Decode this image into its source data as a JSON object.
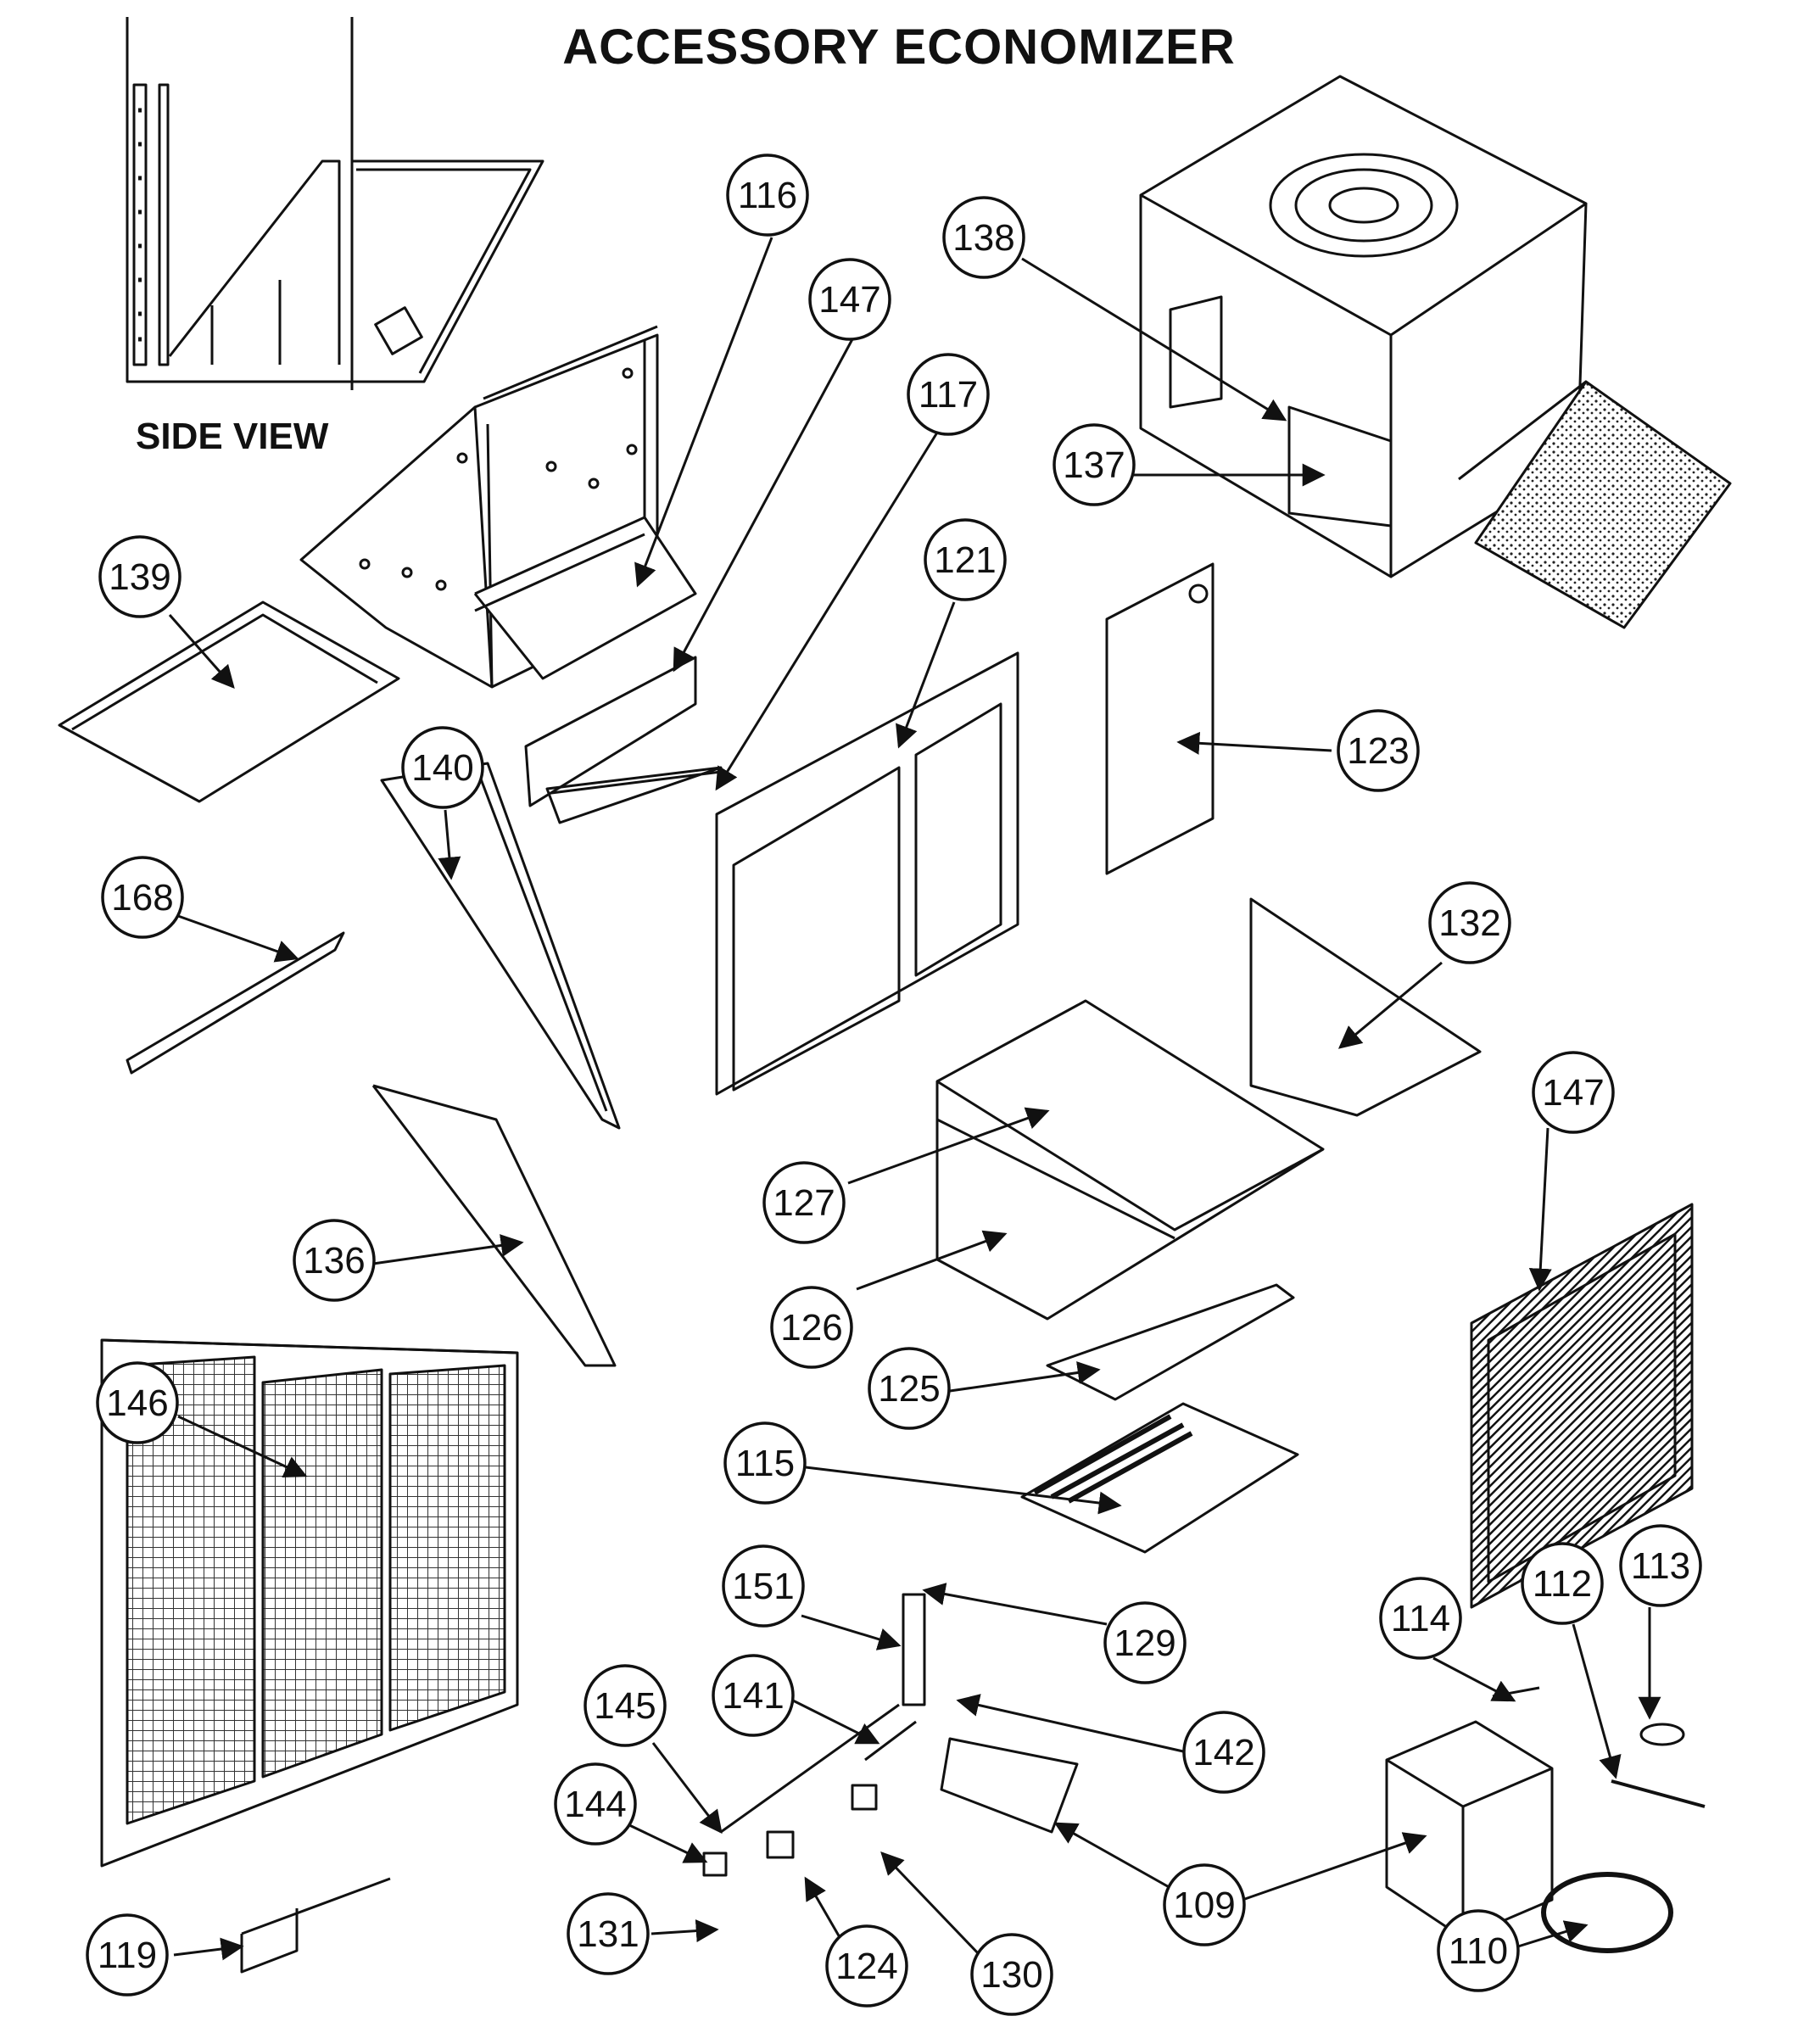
{
  "title": "ACCESSORY ECONOMIZER",
  "side_view_label": "SIDE VIEW",
  "callouts": [
    {
      "id": "c116",
      "label": "116"
    },
    {
      "id": "c147a",
      "label": "147"
    },
    {
      "id": "c117",
      "label": "117"
    },
    {
      "id": "c138",
      "label": "138"
    },
    {
      "id": "c137",
      "label": "137"
    },
    {
      "id": "c139",
      "label": "139"
    },
    {
      "id": "c121",
      "label": "121"
    },
    {
      "id": "c123",
      "label": "123"
    },
    {
      "id": "c140",
      "label": "140"
    },
    {
      "id": "c168",
      "label": "168"
    },
    {
      "id": "c132",
      "label": "132"
    },
    {
      "id": "c147b",
      "label": "147"
    },
    {
      "id": "c127",
      "label": "127"
    },
    {
      "id": "c136",
      "label": "136"
    },
    {
      "id": "c126",
      "label": "126"
    },
    {
      "id": "c125",
      "label": "125"
    },
    {
      "id": "c146",
      "label": "146"
    },
    {
      "id": "c115",
      "label": "115"
    },
    {
      "id": "c151",
      "label": "151"
    },
    {
      "id": "c129",
      "label": "129"
    },
    {
      "id": "c113",
      "label": "113"
    },
    {
      "id": "c112",
      "label": "112"
    },
    {
      "id": "c114",
      "label": "114"
    },
    {
      "id": "c145",
      "label": "145"
    },
    {
      "id": "c141",
      "label": "141"
    },
    {
      "id": "c142",
      "label": "142"
    },
    {
      "id": "c144",
      "label": "144"
    },
    {
      "id": "c109",
      "label": "109"
    },
    {
      "id": "c119",
      "label": "119"
    },
    {
      "id": "c131",
      "label": "131"
    },
    {
      "id": "c124",
      "label": "124"
    },
    {
      "id": "c130",
      "label": "130"
    },
    {
      "id": "c110",
      "label": "110"
    }
  ]
}
